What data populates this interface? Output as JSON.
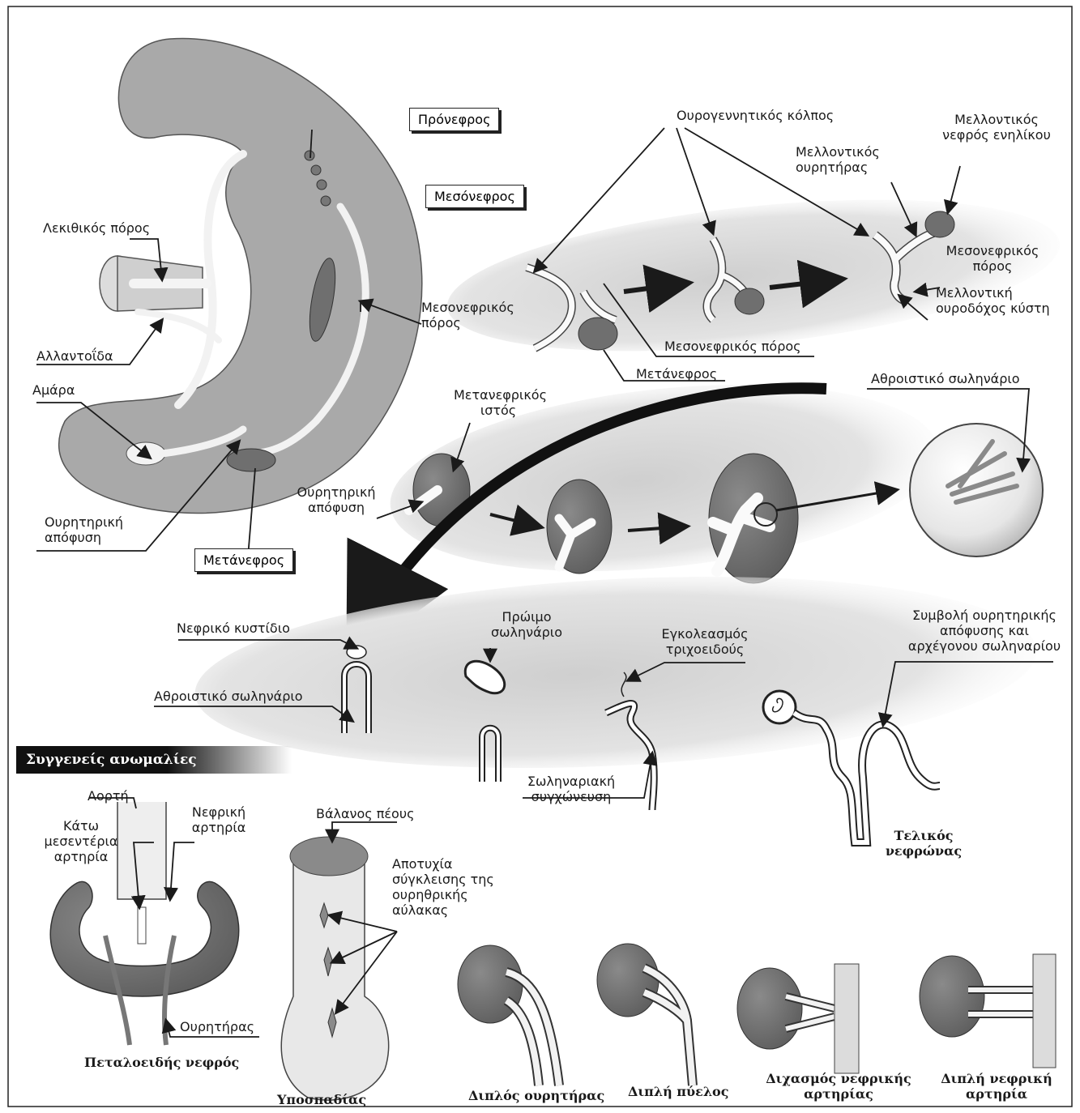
{
  "embryo_labels": {
    "pronephros": "Πρόνεφρος",
    "mesonephros": "Μεσόνεφρος",
    "yolk_duct": "Λεκιθικός πόρος",
    "mesonephric_duct": "Μεσονεφρικός πόρος",
    "allantois": "Αλλαντοΐδα",
    "cloaca": "Αμάρα",
    "ureteric_bud": "Ουρητηρική απόφυση",
    "metanephros": "Μετάνεφρος"
  },
  "sinus_labels": {
    "urogenital_sinus": "Ουρογεννητικός κόλπος",
    "future_ureter": "Μελλοντικός ουρητήρας",
    "future_adult_kidney": "Μελλοντικός νεφρός ενηλίκου",
    "mesonephric_duct_right": "Μεσονεφρικός πόρος",
    "future_bladder": "Μελλοντική ουροδόχος κύστη",
    "mesonephric_duct_bottom": "Μεσονεφρικός πόρος",
    "metanephros": "Μετάνεφρος"
  },
  "metanephric_labels": {
    "metanephric_tissue": "Μετανεφρικός ιστός",
    "ureteric_bud": "Ουρητηρική απόφυση",
    "collecting_tubule": "Αθροιστικό σωληνάριο"
  },
  "nephron_labels": {
    "renal_vesicle": "Νεφρικό κυστίδιο",
    "collecting_tubule": "Αθροιστικό σωληνάριο",
    "early_tubule": "Πρώιμο σωληνάριο",
    "capillary_invagination": "Εγκολεασμός τριχοειδούς",
    "tubular_fusion": "Σωληναριακή συγχώνευση",
    "junction": "Συμβολή ουρητηρικής απόφυσης και αρχέγονου σωληναρίου",
    "final_nephron": "Τελικός νεφρώνας"
  },
  "anomalies": {
    "banner": "Συγγενείς ανωμαλίες",
    "aorta": "Αορτή",
    "inferior_mesenteric": "Κάτω μεσεντέρια αρτηρία",
    "renal_artery": "Νεφρική αρτηρία",
    "ureter": "Ουρητήρας",
    "horseshoe_kidney": "Πεταλοειδής νεφρός",
    "glans_penis": "Βάλανος πέους",
    "failed_closure": "Αποτυχία σύγκλεισης της ουρηθρικής αύλακας",
    "hypospadias": "Υποσπαδίας",
    "double_ureter": "Διπλός ουρητήρας",
    "double_pelvis": "Διπλή πύελος",
    "renal_artery_bifurcation": "Διχασμός νεφρικής αρτηρίας",
    "double_renal_artery": "Διπλή νεφρική αρτηρία"
  },
  "colors": {
    "tissue_gray": "#a9a9a9",
    "kidney_dark": "#6f6f6f",
    "ink": "#1a1a1a",
    "band_light": "#dcdcdc"
  }
}
